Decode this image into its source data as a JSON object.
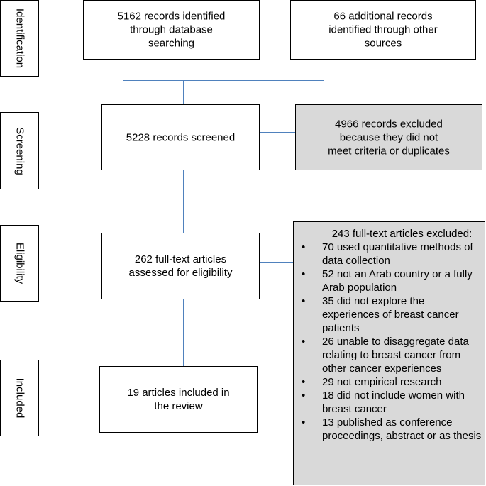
{
  "stages": {
    "identification": "Identification",
    "screening": "Screening",
    "eligibility": "Eligibility",
    "included": "Included"
  },
  "boxes": {
    "database": "5162 records identified\nthrough database\nsearching",
    "other_sources": "66 additional records\nidentified through other\nsources",
    "screened": "5228 records screened",
    "excluded": "4966 records excluded\nbecause they did not\nmeet criteria or duplicates",
    "full_text": "262 full-text articles\nassessed for eligibility",
    "included": "19 articles included in\nthe review"
  },
  "full_text_excluded": {
    "heading": "243 full-text articles excluded:",
    "reasons": [
      "70 used quantitative methods of data collection",
      "52 not an Arab country or a fully Arab population",
      "35 did not explore the experiences of breast cancer patients",
      "26 unable to disaggregate data relating to breast cancer from other cancer experiences",
      "29 not empirical research",
      "18 did not include women with breast cancer",
      "13 published as conference proceedings, abstract or as thesis"
    ]
  },
  "colors": {
    "connector": "#4f81bd",
    "excluded_fill": "#d9d9d9"
  }
}
